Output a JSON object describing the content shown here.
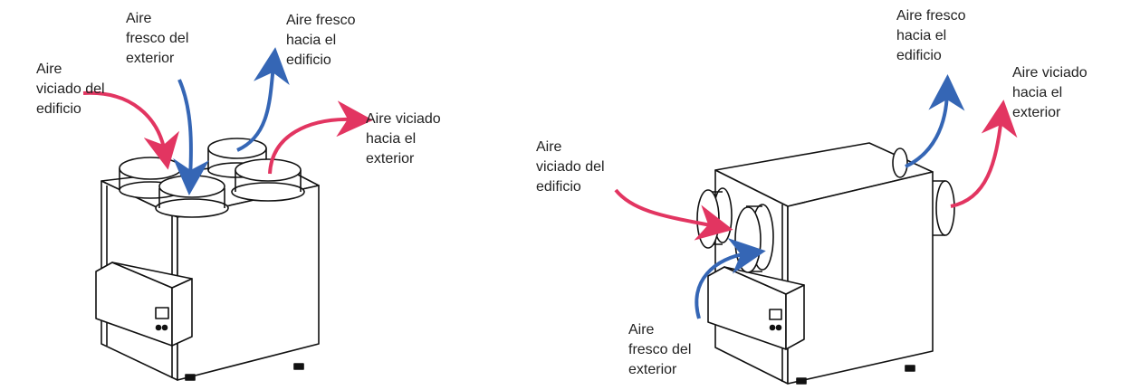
{
  "colors": {
    "stale": "#e23561",
    "fresh": "#3566b5",
    "outline": "#111111"
  },
  "left_unit": {
    "labels": {
      "stale_in": "Aire\nviciado del\nedificio",
      "fresh_in": "Aire\nfresco del\nexterior",
      "fresh_out": "Aire fresco\nhacia el\nedificio",
      "stale_out": "Aire viciado\nhacia el\nexterior"
    }
  },
  "right_unit": {
    "labels": {
      "stale_in": "Aire\nviciado del\nedificio",
      "fresh_in": "Aire\nfresco del\nexterior",
      "fresh_out": "Aire fresco\nhacia el\nedificio",
      "stale_out": "Aire viciado\nhacia el\nexterior"
    }
  }
}
